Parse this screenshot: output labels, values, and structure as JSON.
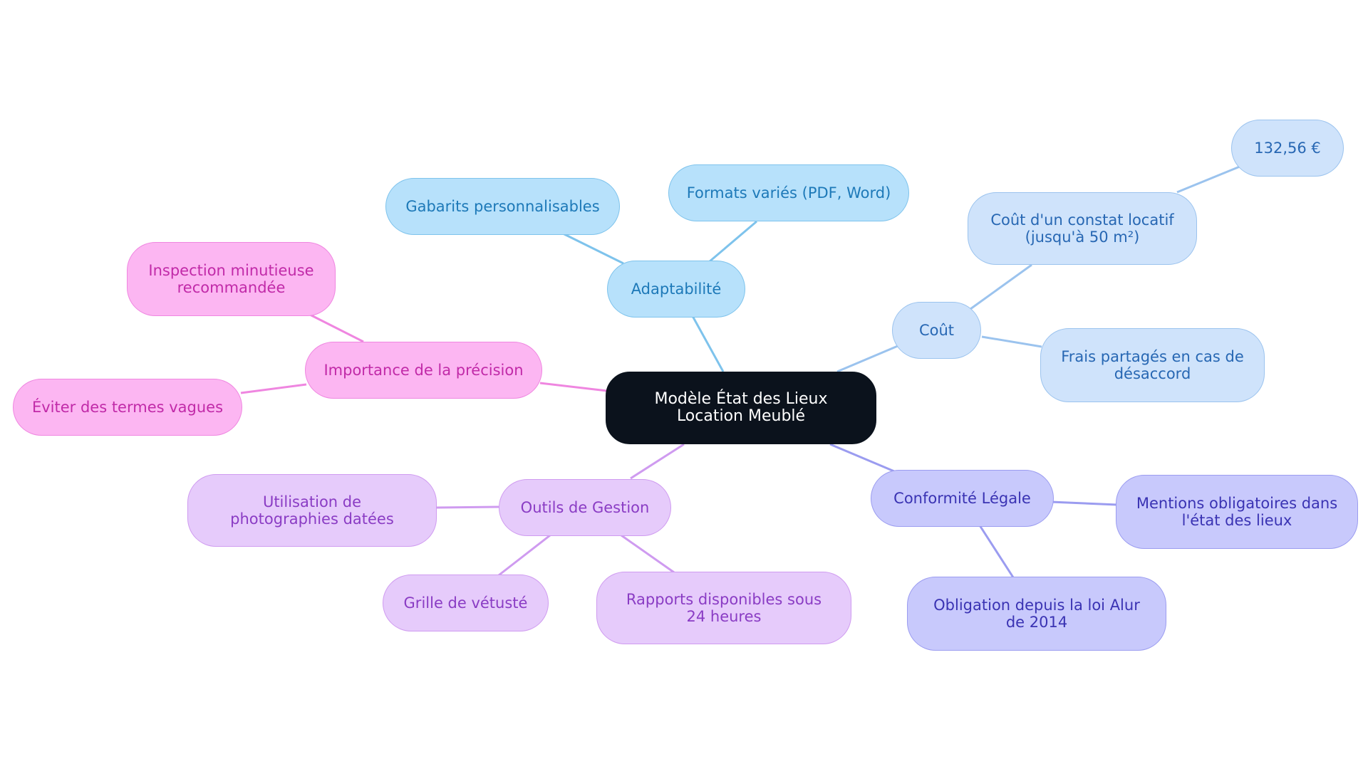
{
  "diagram": {
    "root": {
      "label": "Modèle État des Lieux Location Meublé"
    },
    "branches": [
      {
        "id": "adaptabilite",
        "label": "Adaptabilité",
        "color": "#7ec3ec",
        "children": [
          {
            "label": "Gabarits personnalisables"
          },
          {
            "label": "Formats variés (PDF, Word)"
          }
        ]
      },
      {
        "id": "cout",
        "label": "Coût",
        "color": "#9bc3ee",
        "children": [
          {
            "label": "Coût d'un constat locatif (jusqu'à 50 m²)",
            "children": [
              {
                "label": "132,56 €"
              }
            ]
          },
          {
            "label": "Frais partagés en cas de désaccord"
          }
        ]
      },
      {
        "id": "conformite",
        "label": "Conformité Légale",
        "color": "#9b9cf0",
        "children": [
          {
            "label": "Mentions obligatoires dans l'état des lieux"
          },
          {
            "label": "Obligation depuis la loi Alur de 2014"
          }
        ]
      },
      {
        "id": "outils",
        "label": "Outils de Gestion",
        "color": "#cf9bf0",
        "children": [
          {
            "label": "Utilisation de photographies datées"
          },
          {
            "label": "Grille de vétusté"
          },
          {
            "label": "Rapports disponibles sous 24 heures"
          }
        ]
      },
      {
        "id": "precision",
        "label": "Importance de la précision",
        "color": "#ef86e0",
        "children": [
          {
            "label": "Inspection minutieuse recommandée"
          },
          {
            "label": "Éviter des termes vagues"
          }
        ]
      }
    ]
  }
}
